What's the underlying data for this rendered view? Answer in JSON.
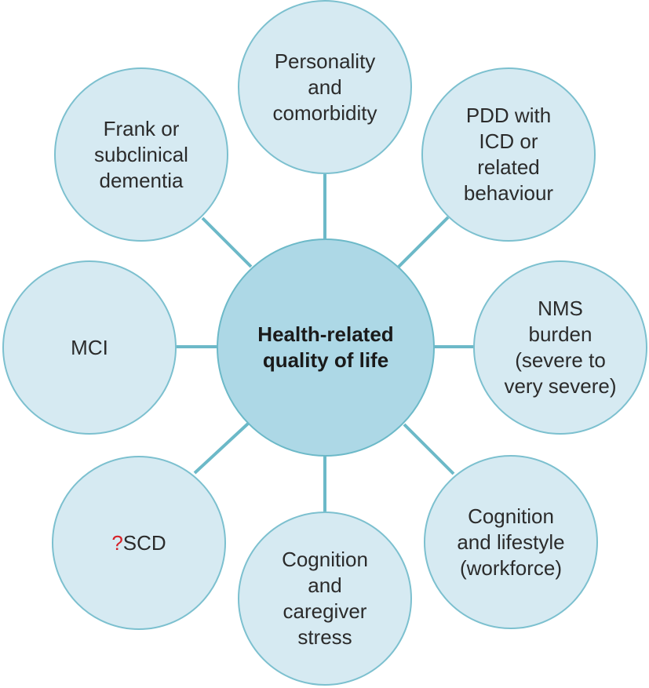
{
  "center": {
    "label": "Health-related\nquality of life"
  },
  "factors": {
    "personality": "Personality\nand\ncomorbidity",
    "pdd_icd": "PDD with\nICD or\nrelated\nbehaviour",
    "nms": "NMS\nburden\n(severe to\nvery severe)",
    "lifestyle": "Cognition\nand lifestyle\n(workforce)",
    "caregiver": "Cognition\nand\ncaregiver\nstress",
    "scd_mark": "?",
    "scd": "SCD",
    "mci": "MCI",
    "dementia": "Frank or\nsubclinical\ndementia"
  },
  "colors": {
    "bubble_fill": "#d6eaf2",
    "bubble_border": "#7cc0cf",
    "hub_fill": "#add8e6",
    "connector": "#6cb9c8",
    "question_mark": "#d62027"
  }
}
